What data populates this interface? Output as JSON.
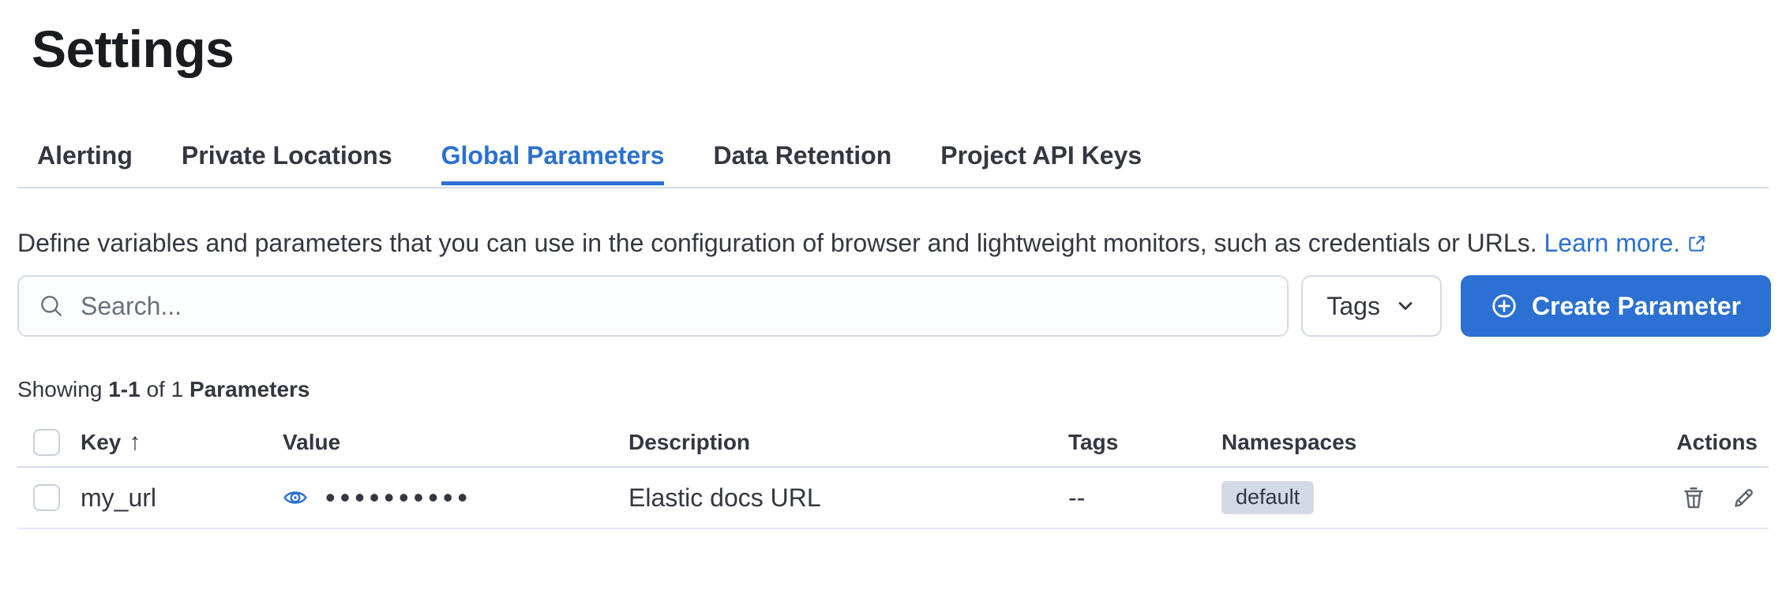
{
  "header": {
    "title": "Settings"
  },
  "tabs": [
    {
      "label": "Alerting",
      "active": false
    },
    {
      "label": "Private Locations",
      "active": false
    },
    {
      "label": "Global Parameters",
      "active": true
    },
    {
      "label": "Data Retention",
      "active": false
    },
    {
      "label": "Project API Keys",
      "active": false
    }
  ],
  "description": {
    "text": "Define variables and parameters that you can use in the configuration of browser and lightweight monitors, such as credentials or URLs. ",
    "link_label": "Learn more."
  },
  "toolbar": {
    "search_placeholder": "Search...",
    "search_value": "",
    "tags_button_label": "Tags",
    "create_button_label": "Create Parameter"
  },
  "summary": {
    "showing_label": "Showing",
    "range": "1-1",
    "of_label": "of",
    "total": "1",
    "entity_label": "Parameters"
  },
  "table": {
    "columns": {
      "key": "Key",
      "value": "Value",
      "description": "Description",
      "tags": "Tags",
      "namespaces": "Namespaces",
      "actions": "Actions"
    },
    "sort": {
      "column": "Key",
      "direction": "asc",
      "arrow": "↑"
    },
    "rows": [
      {
        "key": "my_url",
        "masked_value": "••••••••••",
        "description": "Elastic docs URL",
        "tags": "--",
        "namespace_badge": "default"
      }
    ]
  },
  "colors": {
    "accent": "#2b70d2",
    "text": "#343741",
    "title_text": "#1a1c21",
    "subdued": "#69707d",
    "border": "#d3dae6",
    "badge_bg": "#d3dae6",
    "icon_gray": "#5d646f"
  }
}
